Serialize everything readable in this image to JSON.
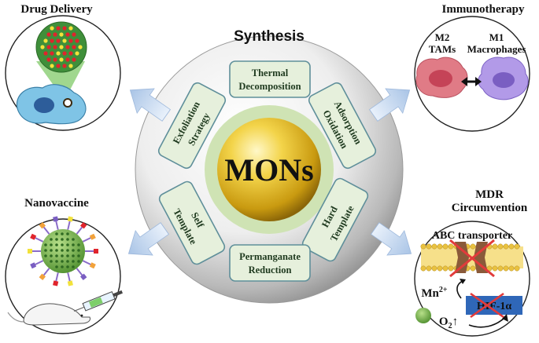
{
  "title": "Synthesis",
  "center_label": "MONs",
  "methods": {
    "thermal": [
      "Thermal",
      "Decomposition"
    ],
    "adsorption": [
      "Adsorption",
      "Oxidation"
    ],
    "hard": [
      "Hard",
      "Template"
    ],
    "permanganate": [
      "Permanganate",
      "Reduction"
    ],
    "self": [
      "Self",
      "Template"
    ],
    "exfoliation": [
      "Exfoliation",
      "Strategy"
    ]
  },
  "applications": {
    "drug_delivery": "Drug Delivery",
    "immunotherapy": "Immunotherapy",
    "nanovaccine": "Nanovaccine",
    "mdr": [
      "MDR",
      "Circumvention"
    ]
  },
  "immuno": {
    "m2": [
      "M2",
      "TAMs"
    ],
    "m1": [
      "M1",
      "Macrophages"
    ]
  },
  "mdr_panel": {
    "transporter": "ABC transporter",
    "mn": "Mn",
    "mn_sup": "2+",
    "hif": "HIF-1α",
    "o2": "O",
    "o2_sub": "2",
    "o2_arrow": "↑"
  },
  "colors": {
    "gold": "#d8b31a",
    "ring_green": "#cfe3b4",
    "box_fill": "#e6f0dc",
    "box_stroke": "#5f8f9a",
    "arrow": "#bfd4ec",
    "hif_blue": "#2f67b8"
  }
}
